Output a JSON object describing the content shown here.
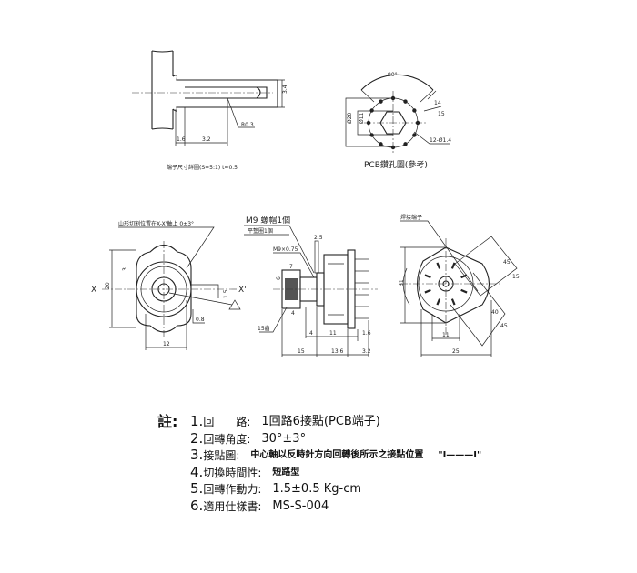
{
  "terminal_detail": {
    "caption": "端子尺寸詳圖(S=5:1) t=0.5",
    "dims": {
      "height": "3.4",
      "width_a": "1.6",
      "width_b": "3.2",
      "radius": "R0.3"
    }
  },
  "pcb_layout": {
    "caption": "PCB鑽孔圖(參考)",
    "dims": {
      "angle": "90°",
      "outer_dia": "Ø20",
      "inner_dia": "Ø11",
      "holes": "12-Ø1.4",
      "angle_a": "14",
      "angle_b": "15"
    }
  },
  "front_view": {
    "note": "山形切割位置在X-X'軸上 0±3°",
    "axis_left": "X",
    "axis_right": "X'",
    "dims": {
      "height": "20",
      "flat": "3",
      "shaft": "12",
      "d1": "0.8",
      "d2": "1.5"
    }
  },
  "side_view": {
    "nut": "M9 螺帽1個",
    "washer": "平墊圈1個",
    "thread": "M9×0.75",
    "teeth": "15齒",
    "dims": {
      "top": "2.5",
      "knurl": "7",
      "dia": "6",
      "d4": "4",
      "d11": "11",
      "d16": "1.6",
      "d15": "15",
      "d136": "13.6",
      "d32": "3.2",
      "s4": "4"
    }
  },
  "rear_view": {
    "label": "焊接端子",
    "dims": {
      "h": "31",
      "w": "25",
      "inner": "11",
      "a": "45",
      "b": "40",
      "c": "45",
      "d": "15"
    }
  },
  "notes": {
    "heading": "註:",
    "items": [
      {
        "num": "1.",
        "label": "回　　路:",
        "value": "1回路6接點(PCB端子)"
      },
      {
        "num": "2.",
        "label": "回轉角度:",
        "value": "30°±3°"
      },
      {
        "num": "3.",
        "label": "接點圖:",
        "value": "中心軸以反時針方向回轉後所示之接點位置",
        "symbol": "\"I———I\""
      },
      {
        "num": "4.",
        "label": "切換時間性:",
        "value": "短路型"
      },
      {
        "num": "5.",
        "label": "回轉作動力:",
        "value": "1.5±0.5 Kg-cm"
      },
      {
        "num": "6.",
        "label": "適用仕樣書:",
        "value": "MS-S-004"
      }
    ]
  }
}
